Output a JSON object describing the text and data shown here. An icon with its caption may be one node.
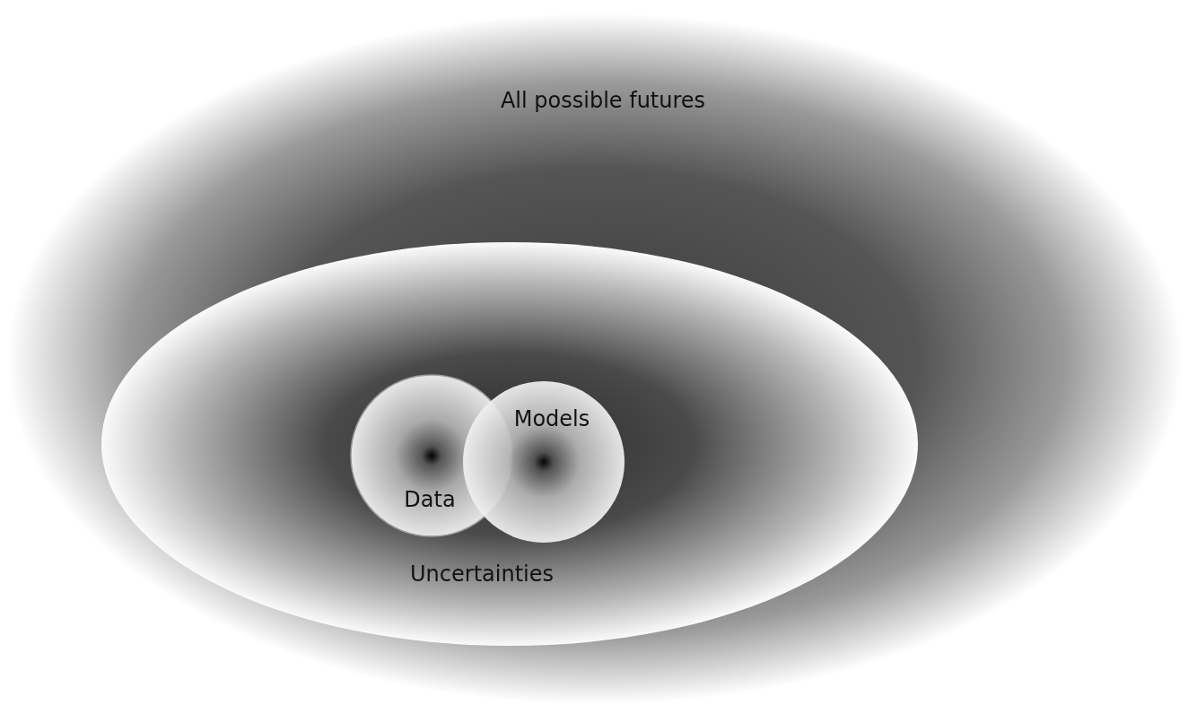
{
  "diagram": {
    "nodes": [
      {
        "text": [
          "All possible futures"
        ]
      },
      {
        "text": [
          "Uncertainties"
        ],
        "in": 0
      },
      {
        "text": [
          "Data"
        ],
        "in": 1
      },
      {
        "text": [
          "Models"
        ],
        "in": 1
      }
    ]
  }
}
